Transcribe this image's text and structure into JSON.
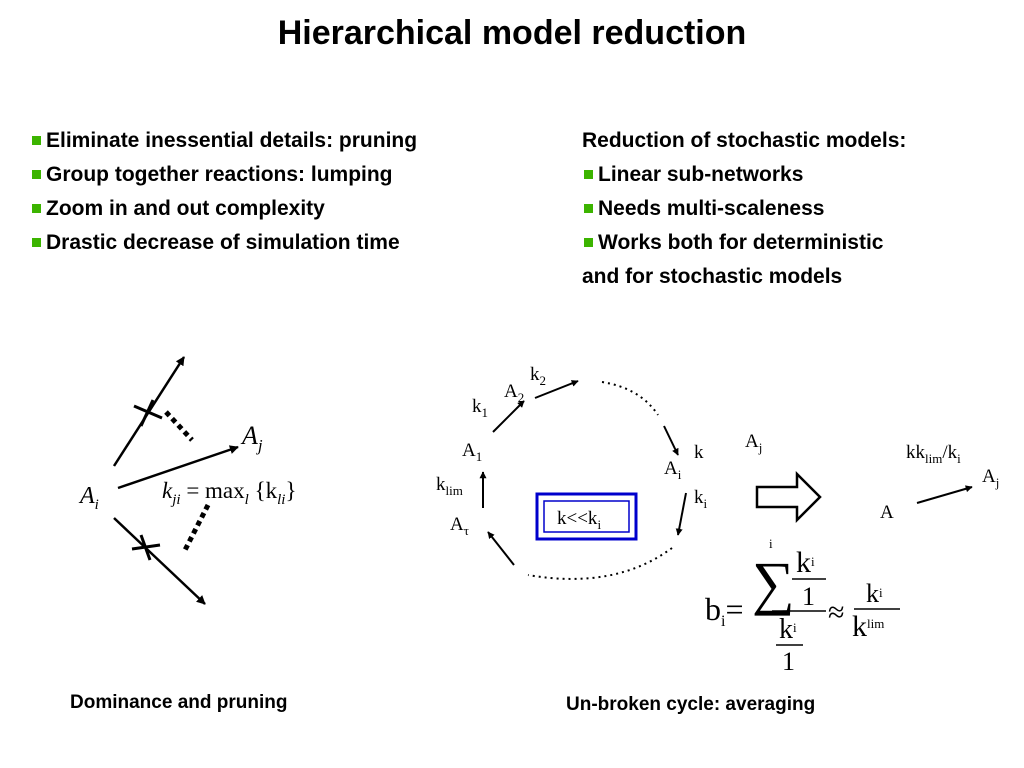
{
  "title": "Hierarchical model reduction",
  "left_bullets": [
    "Eliminate inessential details: pruning",
    "Group together reactions: lumping",
    "Zoom in and out complexity",
    "Drastic decrease of simulation time"
  ],
  "right_intro": "Reduction of stochastic models:",
  "right_bullets": [
    "Linear sub-networks",
    "Needs multi-scaleness",
    "Works both for deterministic"
  ],
  "right_continuation": "and for stochastic models",
  "captions": {
    "left": "Dominance and pruning",
    "right": "Un-broken cycle: averaging"
  },
  "colors": {
    "bullet": "#3cb400",
    "box": "#0000cc"
  },
  "diagram_pruning": {
    "source": "A",
    "source_sub": "i",
    "target": "A",
    "target_sub": "j",
    "formula_k": "k",
    "formula_sub": "ji",
    "formula_eq": " = max",
    "formula_l": "l",
    "formula_brace": " {k",
    "formula_li": "li",
    "formula_close": "}"
  },
  "diagram_cycle": {
    "k2": "k",
    "k2_sub": "2",
    "A2": "A",
    "A2_sub": "2",
    "k1": "k",
    "k1_sub": "1",
    "A1": "A",
    "A1_sub": "1",
    "klim": "k",
    "klim_sub": "lim",
    "Atau": "A",
    "Atau_sub": "τ",
    "k": "k",
    "Aj": "A",
    "Aj_sub": "j",
    "Ai": "A",
    "Ai_sub": "i",
    "ki": "k",
    "ki_sub": "i",
    "box": "k<<k",
    "box_sub": "i"
  },
  "diagram_reduced": {
    "rate_a": "kk",
    "rate_sub_lim": "lim",
    "rate_b": "/k",
    "rate_sub_i": "i",
    "A": "A",
    "Aj": "A",
    "Aj_sub": "j"
  },
  "formula_sum": {
    "lhs": "b",
    "lhs_sub": "i",
    "eq": "=",
    "num_k": "k",
    "num_sub": "i",
    "sum_index": "i",
    "one_top": "1",
    "den_k": "k",
    "den_sub": "i",
    "one_bottom": "1",
    "approx": "≈",
    "rk": "k",
    "rk_sub": "i",
    "rk2": "k",
    "rk2_sub": "lim"
  }
}
